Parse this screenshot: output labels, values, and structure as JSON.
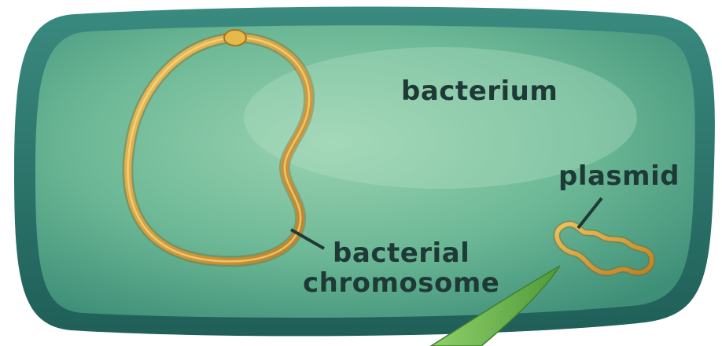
{
  "labels": {
    "bacterium": "bacterium",
    "plasmid": "plasmid",
    "chromosome_line1": "bacterial",
    "chromosome_line2": "chromosome"
  },
  "colors": {
    "cell_wall": "#2f7a70",
    "cytoplasm": "#5fae90",
    "cytoplasm_light": "#86c7a6",
    "dna": "#d9a23a",
    "dna_dark": "#a8741f",
    "label_text": "#1f3a36",
    "pointer": "#6fb54a"
  },
  "icons": {
    "bacterium": "bacterium-cell-icon",
    "chromosome": "circular-chromosome-icon",
    "plasmid": "plasmid-ring-icon"
  }
}
